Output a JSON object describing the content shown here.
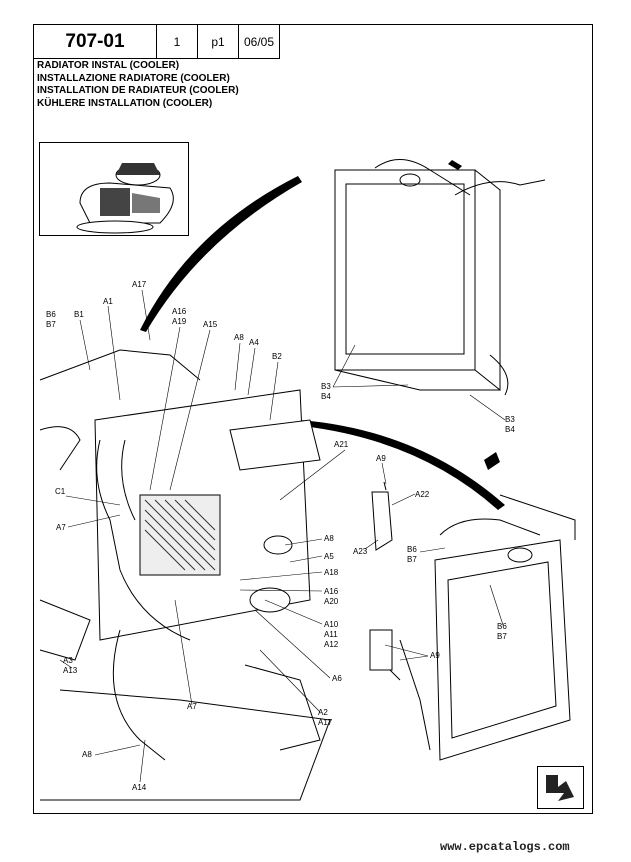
{
  "header": {
    "code": "707-01",
    "sheet": "1",
    "page": "p1",
    "date": "06/05"
  },
  "titles": [
    "RADIATOR INSTAL (COOLER)",
    "INSTALLAZIONE RADIATORE (COOLER)",
    "INSTALLATION DE RADIATEUR (COOLER)",
    "KÜHLERE INSTALLATION (COOLER)"
  ],
  "callouts": {
    "a17_top": "A17",
    "b6_b7_left": "B6\nB7",
    "b6": "B6",
    "b7": "B7",
    "b1": "B1",
    "a1": "A1",
    "a16_a19": "A16\nA19",
    "a16": "A16",
    "a19": "A19",
    "a15": "A15",
    "a8_top": "A8",
    "a4": "A4",
    "b2": "B2",
    "a21": "A21",
    "a9_mid": "A9",
    "c1": "C1",
    "a22": "A22",
    "a7_left": "A7",
    "a23": "A23",
    "a8_mid": "A8",
    "a5": "A5",
    "a18": "A18",
    "a16_b": "A16",
    "a20": "A20",
    "a10": "A10",
    "a11": "A11",
    "a12": "A12",
    "a3": "A3",
    "a13": "A13",
    "a6": "A6",
    "a7_bottom": "A7",
    "a2": "A2",
    "a17_bottom": "A17",
    "a8_bottom": "A8",
    "a14": "A14",
    "b3_top": "B3",
    "b4_top": "B4",
    "b3_bottom": "B3",
    "b4_bottom": "B4",
    "b6_right": "B6",
    "b7_right": "B7",
    "b6_right2": "B6",
    "b7_right2": "B7",
    "a9_right": "A9"
  },
  "footer": {
    "url": "www.epcatalogs.com"
  }
}
